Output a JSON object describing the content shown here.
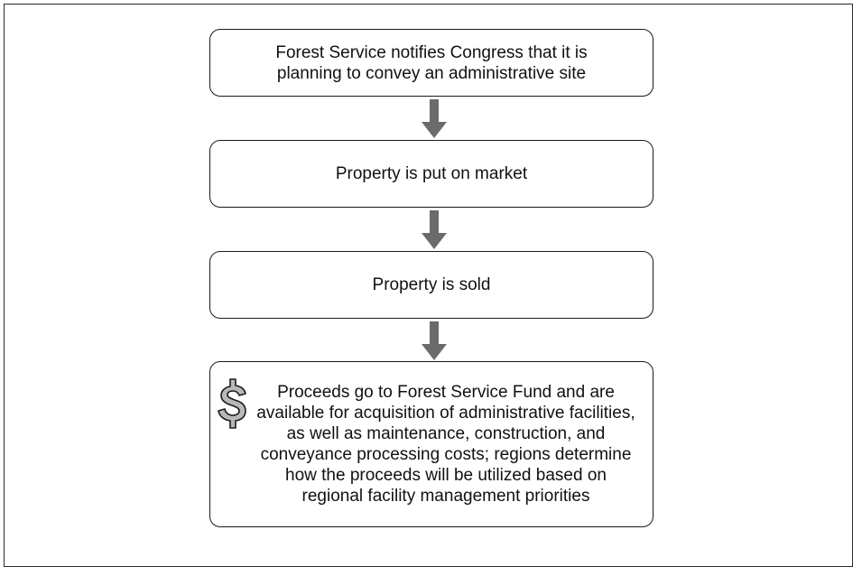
{
  "steps": [
    {
      "text": "Forest Service notifies Congress that it is planning to convey an administrative site"
    },
    {
      "text": "Property is put on market"
    },
    {
      "text": "Property is sold"
    },
    {
      "text": "Proceeds go to Forest Service Fund and are available for acquisition of administrative facilities, as well as maintenance, construction, and conveyance processing costs; regions determine how the proceeds will be utilized based on regional facility management priorities"
    }
  ],
  "icons": {
    "arrow": "arrow-down-icon",
    "dollar": "dollar-sign-icon"
  },
  "colors": {
    "arrow": "#6b6b6b",
    "border": "#1a1a1a",
    "dollar_fill": "#b8b8b8"
  }
}
